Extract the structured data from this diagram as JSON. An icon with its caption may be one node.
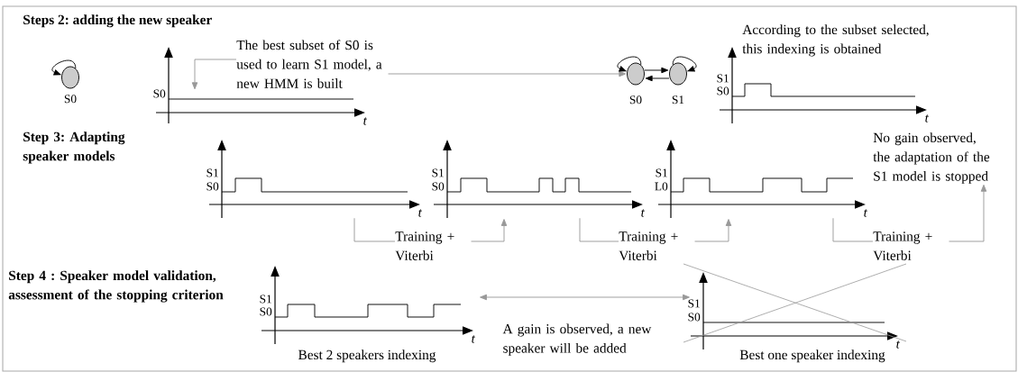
{
  "diagram": {
    "nodes": [
      {
        "text": [],
        "shape": "circle",
        "beside": [
          "S0"
        ]
      },
      {
        "text": [],
        "shape": "chart"
      },
      {
        "text": [
          "The best subset of S0 is used to learn S1 model, a new HMM is built"
        ]
      },
      {
        "text": [],
        "shape": "circle",
        "beside": [
          "S0"
        ]
      },
      {
        "text": [],
        "shape": "circle",
        "beside": [
          "S1"
        ]
      },
      {
        "text": [],
        "shape": "chart"
      },
      {
        "text": [],
        "shape": "chart"
      },
      {
        "text": [],
        "shape": "chart"
      },
      {
        "text": [],
        "shape": "chart"
      },
      {
        "text": [
          "Training + Viterbi"
        ]
      },
      {
        "text": [
          "Training + Viterbi"
        ]
      },
      {
        "text": [
          "Training + Viterbi"
        ]
      },
      {
        "text": [
          "No gain observed, the adaptation of the S1 model is stopped"
        ]
      },
      {
        "text": [],
        "shape": "chart",
        "beside": [
          "Best 2 speakers indexing"
        ]
      },
      {
        "text": [],
        "shape": "chart",
        "beside": [
          "Best one speaker indexing"
        ]
      }
    ],
    "edges": [
      {
        "from": 0,
        "to": 0,
        "arrow": "to",
        "color": "#000000"
      },
      {
        "from": 2,
        "to": 1,
        "arrow": "to"
      },
      {
        "from": 2,
        "to": 3,
        "arrow": "to"
      },
      {
        "from": 3,
        "to": 3,
        "arrow": "to",
        "color": "#000000"
      },
      {
        "from": 3,
        "to": 4,
        "arrow": "to",
        "color": "#000000"
      },
      {
        "from": 4,
        "to": 3,
        "arrow": "to",
        "color": "#000000"
      },
      {
        "from": 4,
        "to": 4,
        "arrow": "to",
        "color": "#000000"
      },
      {
        "from": 6,
        "to": 9,
        "arrow": "none"
      },
      {
        "from": 9,
        "to": 7,
        "arrow": "to"
      },
      {
        "from": 7,
        "to": 10,
        "arrow": "none"
      },
      {
        "from": 10,
        "to": 8,
        "arrow": "to"
      },
      {
        "from": 8,
        "to": 11,
        "arrow": "none"
      },
      {
        "from": 11,
        "to": 12,
        "arrow": "to"
      },
      {
        "from": 13,
        "to": 14,
        "arrow": "both",
        "label": "A gain is observed, a new speaker will be added"
      }
    ],
    "labels": [
      "Steps 2: adding the new speaker",
      "S0",
      "t",
      "According to the subset selected, this indexing is obtained",
      "S1",
      "S0",
      "t",
      "Step 3: Adapting speaker models",
      "S1",
      "S0",
      "t",
      "S1",
      "S0",
      "t",
      "S1",
      "L0",
      "t",
      "Step 4 : Speaker model validation, assessment of the stopping criterion",
      "S1",
      "S0",
      "t",
      "S1",
      "S0",
      "t"
    ]
  }
}
